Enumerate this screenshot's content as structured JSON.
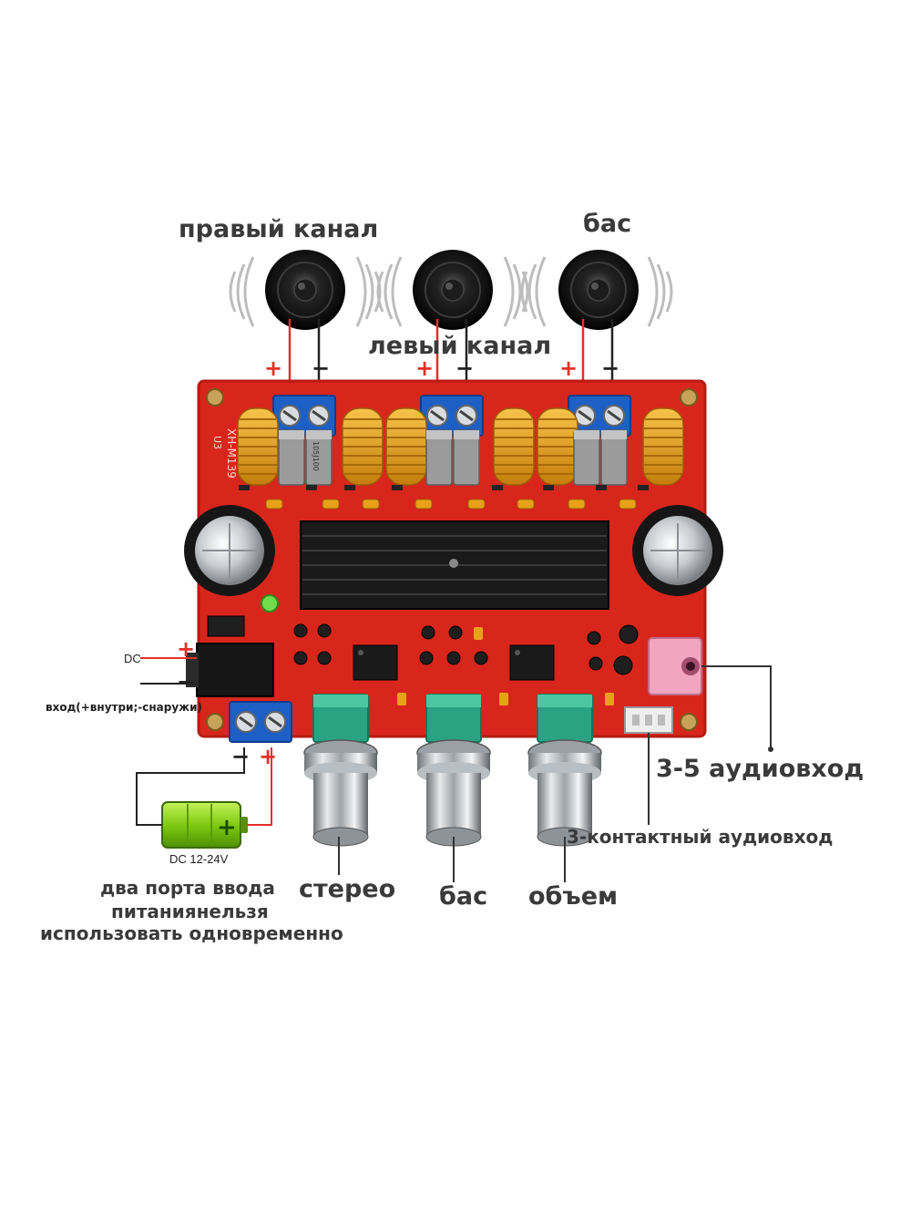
{
  "labels": {
    "right_channel": "правый канал",
    "left_channel": "левый канал",
    "bass_output": "бас",
    "dc": "DC",
    "dc_input_note": "вход(+внутри;-снаружи)",
    "battery_voltage": "DC 12-24V",
    "power_note_line1": "два порта ввода",
    "power_note_line2": "питаниянельзя",
    "power_note_line3": "использовать одновременно",
    "knob_stereo": "стерео",
    "knob_bass": "бас",
    "knob_volume": "объем",
    "input_35": "3-5 аудиовход",
    "input_3pin": "3-контактный аудиовход"
  },
  "board_markings": {
    "model": "XH-M139",
    "u3": "U3",
    "inductor_code": "105J100"
  },
  "polarity": {
    "plus": "+",
    "minus": "−"
  },
  "colors": {
    "pcb": "#d8261c",
    "pcb_edge": "#b81a12",
    "terminal": "#1d5fc4",
    "inductor": "#e8a21a",
    "pot": "#2aa383",
    "wire_red": "#e53028",
    "battery_green": "#8cd317",
    "jack_pink": "#f2a5be",
    "heatsink": "#1a1a1a",
    "text": "#3a3a3a"
  },
  "icons": [
    "speaker-icon",
    "sound-wave-icon",
    "battery-icon",
    "knob-icon",
    "screw-terminal-icon"
  ]
}
